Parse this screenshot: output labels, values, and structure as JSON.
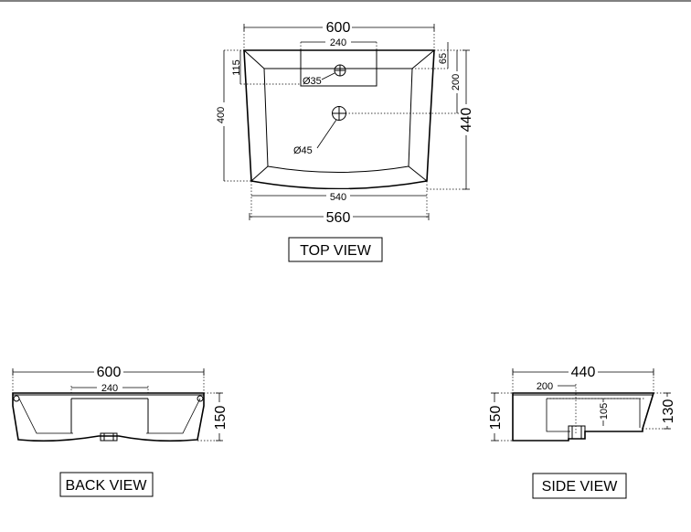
{
  "top_view": {
    "caption": "TOP VIEW",
    "dims": {
      "width_600": "600",
      "tap_deck_240": "240",
      "depth_65": "65",
      "depth_115": "115",
      "depth_200": "200",
      "length_400": "400",
      "length_440": "440",
      "tap_hole": "Ø35",
      "waste_hole": "Ø45",
      "width_540": "540",
      "width_560": "560"
    }
  },
  "back_view": {
    "caption": "BACK VIEW",
    "dims": {
      "width_600": "600",
      "width_240": "240",
      "height_150": "150"
    }
  },
  "side_view": {
    "caption": "SIDE VIEW",
    "dims": {
      "length_440": "440",
      "length_200": "200",
      "height_150": "150",
      "height_105": "105",
      "height_130": "130"
    }
  }
}
